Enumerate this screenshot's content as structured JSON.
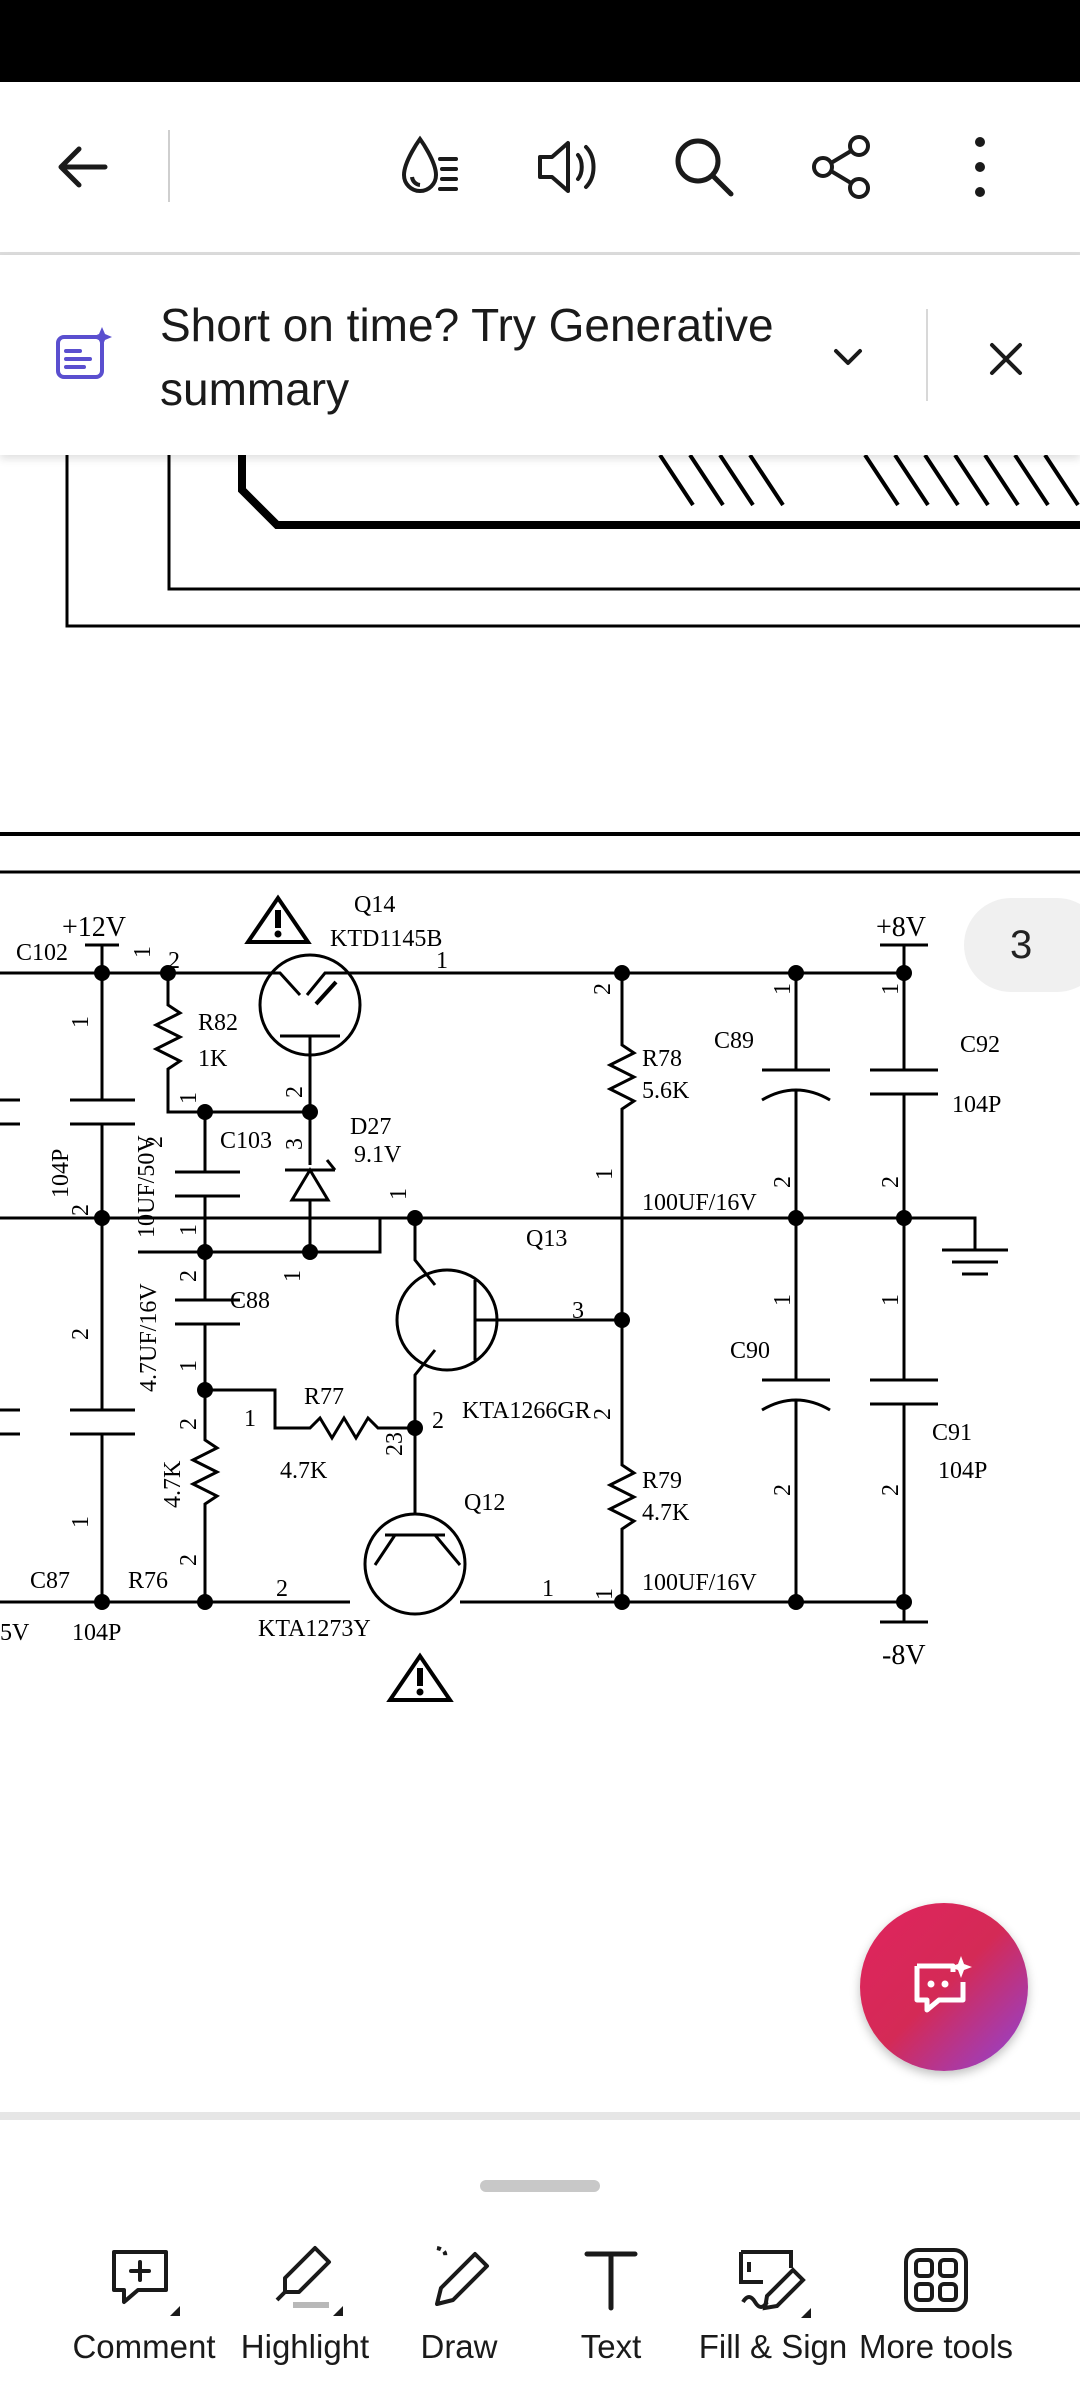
{
  "toolbar": {
    "back_icon": "arrow-left-icon",
    "liquid_mode_icon": "liquid-mode-icon",
    "read_aloud_icon": "speaker-icon",
    "search_icon": "search-icon",
    "share_icon": "share-icon",
    "more_icon": "more-vertical-icon"
  },
  "banner": {
    "text": "Short on time? Try Generative summary",
    "icon": "ai-summary-icon"
  },
  "page_indicator": "3",
  "schematic": {
    "labels": {
      "q14": "Q14",
      "ktd1145b": "KTD1145B",
      "plus12v": "+12V",
      "c102": "C102",
      "plus8v": "+8V",
      "r82": "R82",
      "r82_val": "1K",
      "c89": "C89",
      "c92": "C92",
      "c92_val": "104P",
      "r78": "R78",
      "r78_val": "5.6K",
      "c103": "C103",
      "d27": "D27",
      "d27_val": "9.1V",
      "cap_10uf": "10UF/50V",
      "cap_104p_left": "104P",
      "cap_100uf_top": "100UF/16V",
      "q13": "Q13",
      "c88": "C88",
      "cap_47uf": "4.7UF/16V",
      "c90": "C90",
      "r77": "R77",
      "r77_val": "4.7K",
      "kta1266": "KTA1266GR",
      "c91": "C91",
      "c91_val": "104P",
      "r_left_val": "4.7K",
      "q12": "Q12",
      "r79": "R79",
      "r79_val": "4.7K",
      "c87": "C87",
      "r76": "R76",
      "cap_100uf_bottom": "100UF/16V",
      "v5_partial": "5V",
      "c87_val": "104P",
      "kta1273": "KTA1273Y",
      "minus8v": "-8V",
      "n1": "1",
      "n2": "2",
      "n3": "3",
      "n23": "23"
    }
  },
  "tools": [
    {
      "label": "Comment",
      "icon": "comment-icon"
    },
    {
      "label": "Highlight",
      "icon": "highlight-icon"
    },
    {
      "label": "Draw",
      "icon": "draw-icon"
    },
    {
      "label": "Text",
      "icon": "text-icon"
    },
    {
      "label": "Fill & Sign",
      "icon": "fill-sign-icon"
    },
    {
      "label": "More tools",
      "icon": "more-tools-icon"
    }
  ],
  "colors": {
    "accent_purple": "#5a4fcf",
    "fab_gradient_start": "#e0245e",
    "fab_gradient_end": "#8e44d8"
  }
}
